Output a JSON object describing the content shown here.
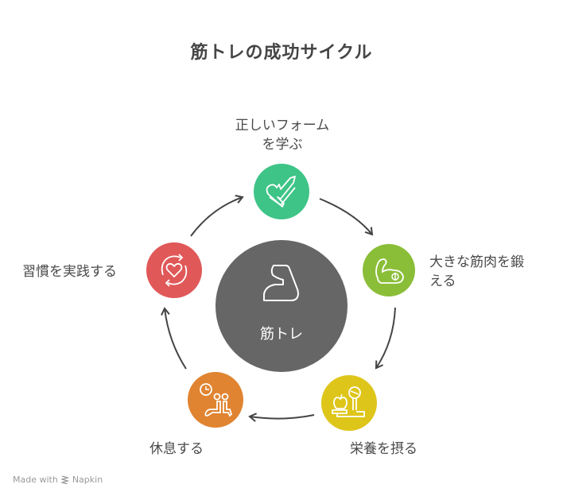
{
  "title": "筋トレの成功サイクル",
  "center": {
    "label": "筋トレ",
    "icon": "flexed-arm-icon",
    "color": "#666666"
  },
  "steps": [
    {
      "label_line1": "正しいフォーム",
      "label_line2": "を学ぶ",
      "icon": "heart-check-icon",
      "color": "#3EC487"
    },
    {
      "label_line1": "大きな筋肉を鍛",
      "label_line2": "える",
      "icon": "bicep-icon",
      "color": "#8BBE38"
    },
    {
      "label_line1": "栄養を摂る",
      "icon": "scale-apple-icon",
      "color": "#DEC51A"
    },
    {
      "label_line1": "休息する",
      "icon": "rest-clock-icon",
      "color": "#E08431"
    },
    {
      "label_line1": "習慣を実践する",
      "icon": "heart-cycle-icon",
      "color": "#E05858"
    }
  ],
  "footer": {
    "text_prefix": "Made with",
    "brand": "Napkin"
  }
}
